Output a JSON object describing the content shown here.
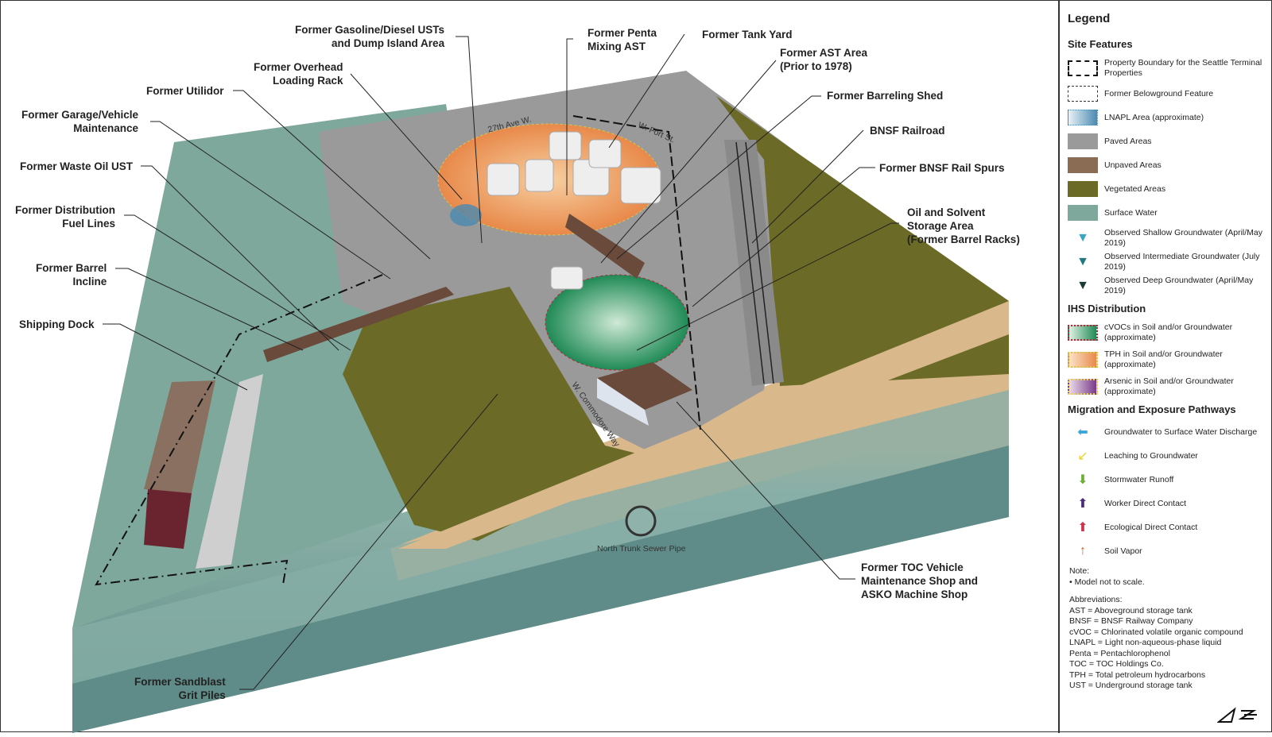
{
  "callouts": [
    {
      "id": "gasoline-diesel-usts",
      "text": "Former Gasoline/Diesel USTs\nand Dump Island Area"
    },
    {
      "id": "penta-mixing-ast",
      "text": "Former Penta\nMixing AST"
    },
    {
      "id": "tank-yard",
      "text": "Former Tank Yard"
    },
    {
      "id": "overhead-loading-rack",
      "text": "Former Overhead\nLoading Rack"
    },
    {
      "id": "ast-area",
      "text": "Former AST Area\n(Prior to 1978)"
    },
    {
      "id": "utilidor",
      "text": "Former Utilidor"
    },
    {
      "id": "barreling-shed",
      "text": "Former Barreling Shed"
    },
    {
      "id": "garage-vehicle",
      "text": "Former Garage/Vehicle\nMaintenance"
    },
    {
      "id": "bnsf-railroad",
      "text": "BNSF Railroad"
    },
    {
      "id": "waste-oil-ust",
      "text": "Former Waste Oil UST"
    },
    {
      "id": "bnsf-rail-spurs",
      "text": "Former BNSF Rail Spurs"
    },
    {
      "id": "distribution-fuel-lines",
      "text": "Former Distribution\nFuel Lines"
    },
    {
      "id": "oil-solvent-storage",
      "text": "Oil and Solvent\nStorage Area\n(Former Barrel Racks)"
    },
    {
      "id": "barrel-incline",
      "text": "Former Barrel\nIncline"
    },
    {
      "id": "shipping-dock",
      "text": "Shipping Dock"
    },
    {
      "id": "toc-vehicle-shop",
      "text": "Former TOC Vehicle\nMaintenance Shop and\nASKO Machine Shop"
    },
    {
      "id": "sandblast-grit",
      "text": "Former Sandblast\nGrit Piles"
    }
  ],
  "map_labels": {
    "street_27th": "27th Ave W.",
    "street_fort": "W. Fort St.",
    "street_commodore": "W. Commodore Way",
    "sewer": "North Trunk Sewer Pipe"
  },
  "legend": {
    "title": "Legend",
    "site_features_title": "Site Features",
    "site_features": [
      "Property Boundary for the Seattle Terminal Properties",
      "Former Belowground Feature",
      "LNAPL Area (approximate)",
      "Paved Areas",
      "Unpaved Areas",
      "Vegetated Areas",
      "Surface Water",
      "Observed Shallow Groundwater (April/May 2019)",
      "Observed Intermediate Groundwater (July 2019)",
      "Observed Deep Groundwater (April/May 2019)"
    ],
    "ihs_title": "IHS Distribution",
    "ihs": [
      "cVOCs in Soil and/or Groundwater (approximate)",
      "TPH in Soil and/or Groundwater (approximate)",
      "Arsenic in Soil and/or Groundwater (approximate)"
    ],
    "pathways_title": "Migration and Exposure Pathways",
    "pathways": [
      "Groundwater to Surface Water Discharge",
      "Leaching to Groundwater",
      "Stormwater Runoff",
      "Worker Direct Contact",
      "Ecological Direct Contact",
      "Soil Vapor"
    ],
    "note_title": "Note:",
    "note": "• Model not to scale.",
    "abbr_title": "Abbreviations:",
    "abbreviations": [
      "AST = Aboveground storage tank",
      "BNSF = BNSF Railway Company",
      "cVOC = Chlorinated volatile organic compound",
      "LNAPL = Light non-aqueous-phase liquid",
      "Penta = Pentachlorophenol",
      "TOC = TOC Holdings Co.",
      "TPH = Total petroleum hydrocarbons",
      "UST = Underground storage tank"
    ]
  },
  "colors": {
    "paved": "#9a9a9a",
    "unpaved": "#8a6c55",
    "vegetated": "#6b6a26",
    "water": "#7fa89c",
    "sand": "#d9b98c",
    "cvoc": "#1f8a55",
    "tph": "#e8894a",
    "arsenic": "#7a3a8a",
    "lnapl": "#4a8ab0"
  }
}
